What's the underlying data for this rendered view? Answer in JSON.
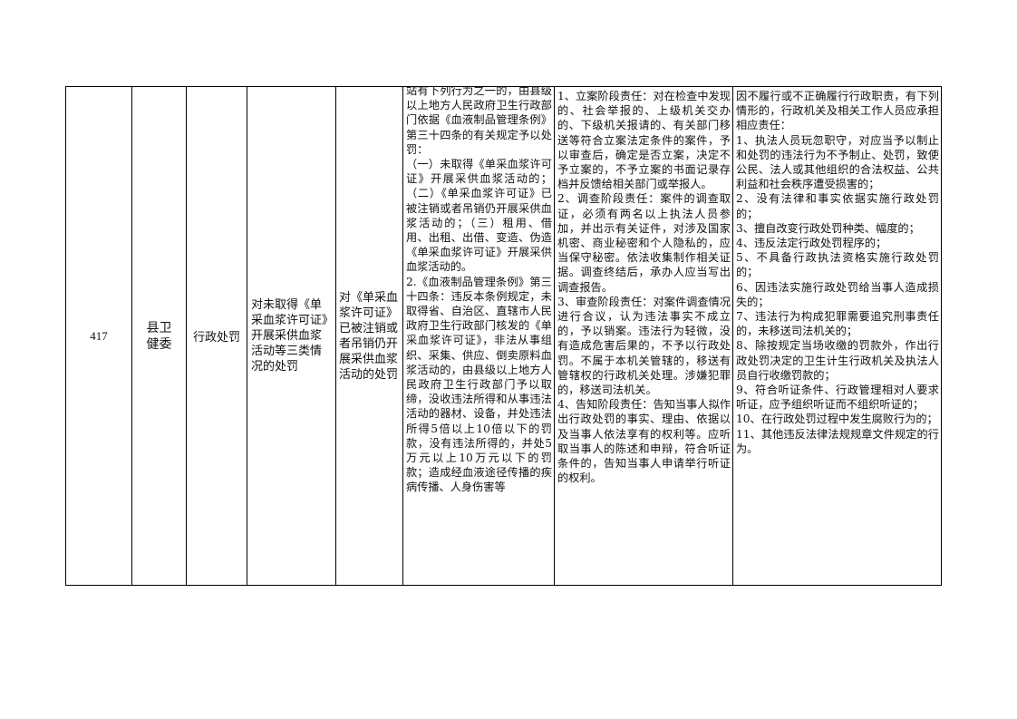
{
  "row": {
    "number": "417",
    "department": "县卫健委",
    "power_type": "行政处罚",
    "item_name": "对未取得《单采血浆许可证》开展采供血浆活动等三类情况的处罚",
    "sub_item_left": "对《单采血浆许可证》已被注销或者吊销仍开展采供血浆活动的处罚",
    "sub_item_right": "",
    "basis_lines": [
      "站有下列行为之一的，由县级以上地方人民政府卫生行政部门依据《血液制品管理条例》第三十四条的有关规定予以处罚：",
      "（一）未取得《单采血浆许可证》开展采供血浆活动的；（二）《单采血浆许可证》已被注销或者吊销仍开展采供血浆活动的；（三）租用、借用、出租、出借、变造、伪造《单采血浆许可证》开展采供血浆活动的。",
      "2.《血液制品管理条例》第三十四条：违反本条例规定，未取得省、自治区、直辖市人民政府卫生行政部门核发的《单采血浆许可证》，非法从事组织、采集、供应、倒卖原料血浆活动的，由县级以上地方人民政府卫生行政部门予以取缔，没收违法所得和从事违法活动的器材、设备，并处违法所得5倍以上10倍以下的罚款，没有违法所得的，并处5万元以上10万元以下的罚款；造成经血液途径传播的疾病传播、人身伤害等"
    ],
    "duty_lines": [
      "1、立案阶段责任：对在检查中发现的、社会举报的、上级机关交办的、下级机关报请的、有关部门移送等符合立案法定条件的案件，予以审查后，确定是否立案，决定不予立案的，不予立案的书面记录存档并反馈给相关部门或举报人。",
      "2、调查阶段责任：案件的调查取证，必须有两名以上执法人员参加，并出示有关证件，对涉及国家机密、商业秘密和个人隐私的，应当保守秘密。依法收集制作相关证据。调查终结后，承办人应当写出调查报告。",
      "3、审查阶段责任：对案件调查情况进行合议，认为违法事实不成立的，予以销案。违法行为轻微，没有造成危害后果的，不予以行政处罚。不属于本机关管辖的，移送有管辖权的行政机关处理。涉嫌犯罪的，移送司法机关。",
      "4、告知阶段责任：告知当事人拟作出行政处罚的事实、理由、依据以及当事人依法享有的权利等。应听取当事人的陈述和申辩，符合听证条件的，告知当事人申请举行听证的权利。"
    ],
    "liability_lines": [
      "因不履行或不正确履行行政职责，有下列情形的，行政机关及相关工作人员应承担相应责任：",
      "1、执法人员玩忽职守，对应当予以制止和处罚的违法行为不予制止、处罚，致使公民、法人或其他组织的合法权益、公共利益和社会秩序遭受损害的；",
      "2、没有法律和事实依据实施行政处罚的；",
      "3、擅自改变行政处罚种类、幅度的；",
      "4、违反法定行政处罚程序的；",
      "5、不具备行政执法资格实施行政处罚的；",
      "6、因违法实施行政处罚给当事人造成损失的；",
      "7、违法行为构成犯罪需要追究刑事责任的，未移送司法机关的；",
      "8、除按规定当场收缴的罚款外，作出行政处罚决定的卫生计生行政机关及执法人员自行收缴罚款的；",
      "9、符合听证条件、行政管理相对人要求听证，应予组织听证而不组织听证的；",
      "10、在行政处罚过程中发生腐败行为的；",
      "11、其他违反法律法规规章文件规定的行为。"
    ]
  }
}
